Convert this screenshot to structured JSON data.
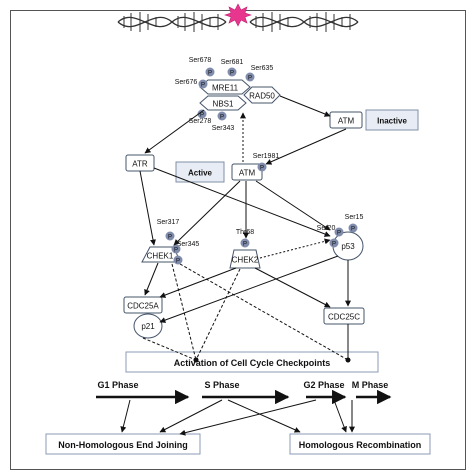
{
  "phospho_symbol": "P",
  "complex": {
    "mre11": "MRE11",
    "rad50": "RAD50",
    "nbs1": "NBS1",
    "sites": {
      "ser678": "Ser678",
      "ser681": "Ser681",
      "ser635": "Ser635",
      "ser676": "Ser676",
      "ser278": "Ser278",
      "ser343": "Ser343"
    }
  },
  "atm_inactive": {
    "label": "ATM",
    "state": "Inactive"
  },
  "atm_active": {
    "label": "ATM",
    "state": "Active",
    "site": "Ser1981"
  },
  "atr": {
    "label": "ATR"
  },
  "chek1": {
    "label": "CHEK1",
    "site1": "Ser317",
    "site2": "Ser345"
  },
  "chek2": {
    "label": "CHEK2",
    "site": "Thr68"
  },
  "p53": {
    "label": "p53",
    "site1": "Ser20",
    "site2": "Ser15"
  },
  "cdc25a": {
    "label": "CDC25A"
  },
  "p21": {
    "label": "p21"
  },
  "cdc25c": {
    "label": "CDC25C"
  },
  "checkpoint": {
    "label": "Activation of Cell Cycle Checkpoints"
  },
  "phases": {
    "g1": "G1 Phase",
    "s": "S Phase",
    "g2": "G2 Phase",
    "m": "M Phase"
  },
  "repair": {
    "nhej": "Non-Homologous End Joining",
    "hr": "Homologous Recombination"
  },
  "colors": {
    "dna_strand": "#333333",
    "damage_burst": "#e8368f",
    "phospho": "#7f8cab",
    "box_border": "#44546a",
    "shaded_box": "#e8ecf4"
  }
}
